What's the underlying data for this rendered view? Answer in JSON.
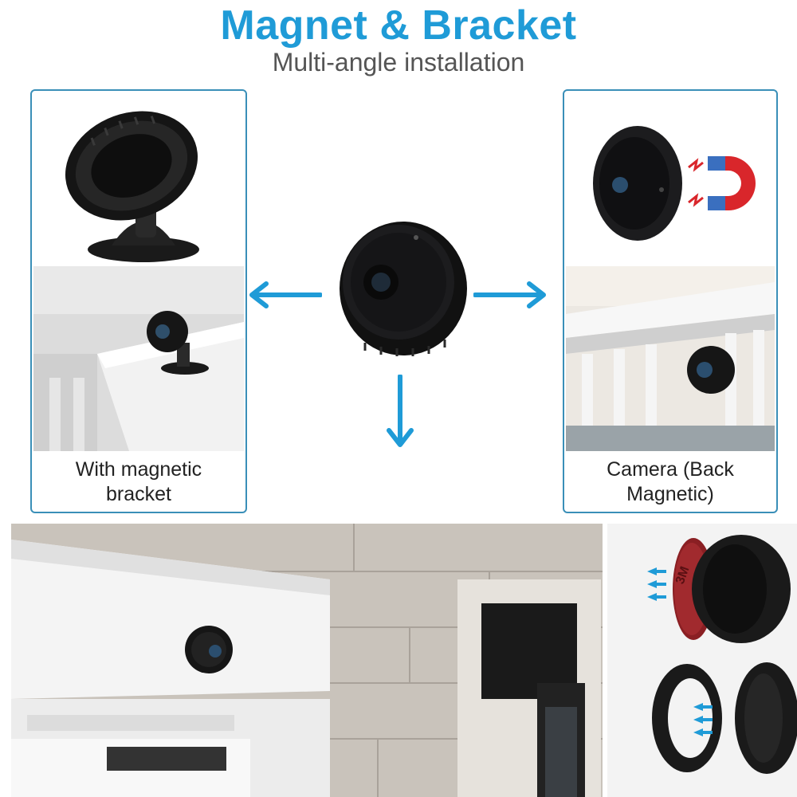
{
  "header": {
    "title": "Magnet & Bracket",
    "subtitle": "Multi-angle installation"
  },
  "left_panel": {
    "caption_line1": "With magnetic",
    "caption_line2": "bracket"
  },
  "right_panel": {
    "caption_line1": "Camera (Back",
    "caption_line2": "Magnetic)"
  },
  "adhesive_label": "3M",
  "colors": {
    "accent": "#1f9bd7",
    "panel_border": "#3a8fb8",
    "camera_body": "#1c1c1e",
    "magnet_red": "#d9262b"
  }
}
